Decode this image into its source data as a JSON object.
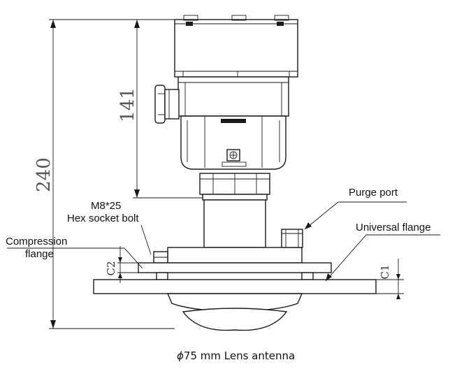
{
  "dimensions": {
    "overall_height": "240",
    "housing_height": "141",
    "c1": "C1",
    "c2": "C2"
  },
  "callouts": {
    "bolt_line1": "M8*25",
    "bolt_line2": "Hex socket bolt",
    "compression_line1": "Compression",
    "compression_line2": "flange",
    "purge_port": "Purge port",
    "universal_flange": "Universal flange"
  },
  "caption": {
    "phi": "ϕ",
    "text": "75 mm Lens antenna"
  }
}
